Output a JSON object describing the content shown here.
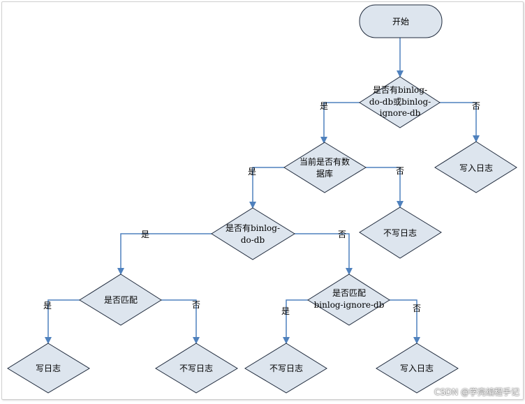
{
  "nodes": {
    "start": "开始",
    "d1": [
      "是否有binlog-",
      "do-db或binlog-",
      "ignore-db"
    ],
    "write_log_1": "写入日志",
    "d2": [
      "当前是否有数",
      "据库"
    ],
    "no_write_1": "不写日志",
    "d3": [
      "是否有binlog-",
      "do-db"
    ],
    "d4": "是否匹配",
    "d5": [
      "是否匹配",
      "binlog-ignore-db"
    ],
    "write_log_2": "写日志",
    "no_write_2": "不写日志",
    "no_write_3": "不写日志",
    "write_log_3": "写入日志"
  },
  "edge_labels": {
    "yes": "是",
    "no": "否"
  },
  "watermark": "CSDN @学亮编程手记",
  "colors": {
    "shape_fill": "#dde5ee",
    "shape_stroke": "#1f2a3c",
    "connector": "#4f81bd"
  }
}
